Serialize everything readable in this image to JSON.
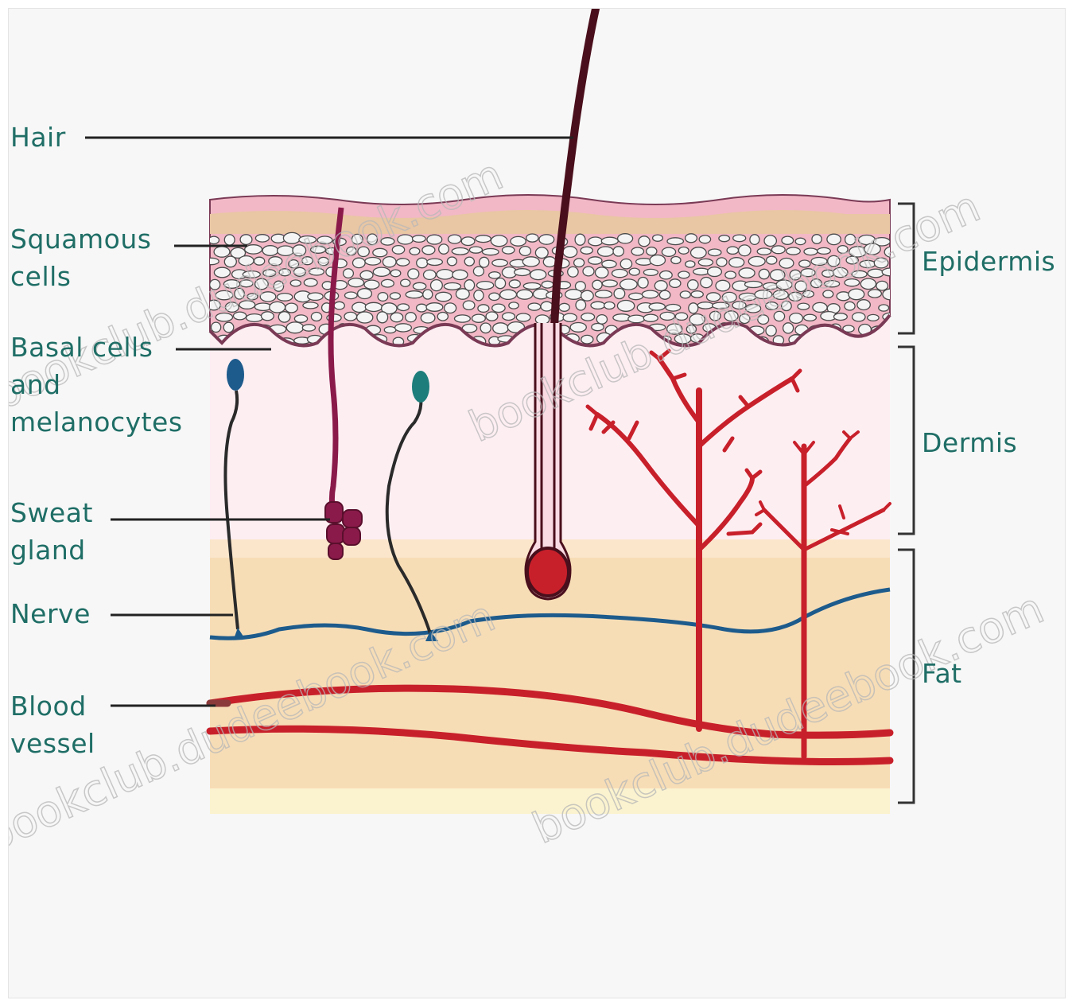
{
  "labels": {
    "hair": "Hair",
    "squamous_cells": "Squamous\ncells",
    "basal_cells": "Basal cells\nand\nmelanocytes",
    "sweat_gland": "Sweat\ngland",
    "nerve": "Nerve",
    "blood_vessel": "Blood\nvessel",
    "epidermis": "Epidermis",
    "dermis": "Dermis",
    "fat": "Fat"
  },
  "watermarks": [
    "bookclub.dudeebook.com",
    "bookclub.dudeebook.com",
    "bookclub.dudeebook.com",
    "bookclub.dudeebook.com"
  ],
  "colors": {
    "label_text": "#1f6e66",
    "surface_pink": "#f2b8c6",
    "tan_layer": "#e9c6a4",
    "cell_outline": "#4a4a4a",
    "basal_purple": "#7a3a55",
    "dermis": "#fdeef2",
    "fat_light": "#fbe6cc",
    "fat_dark": "#f5d7a6",
    "fat_bottom": "#fbf3cf",
    "hair": "#4a0f1c",
    "blood_red": "#c8202b",
    "nerve_blue": "#1d5b8c",
    "gland_purple": "#8a1a4a",
    "bracket": "#333333"
  }
}
